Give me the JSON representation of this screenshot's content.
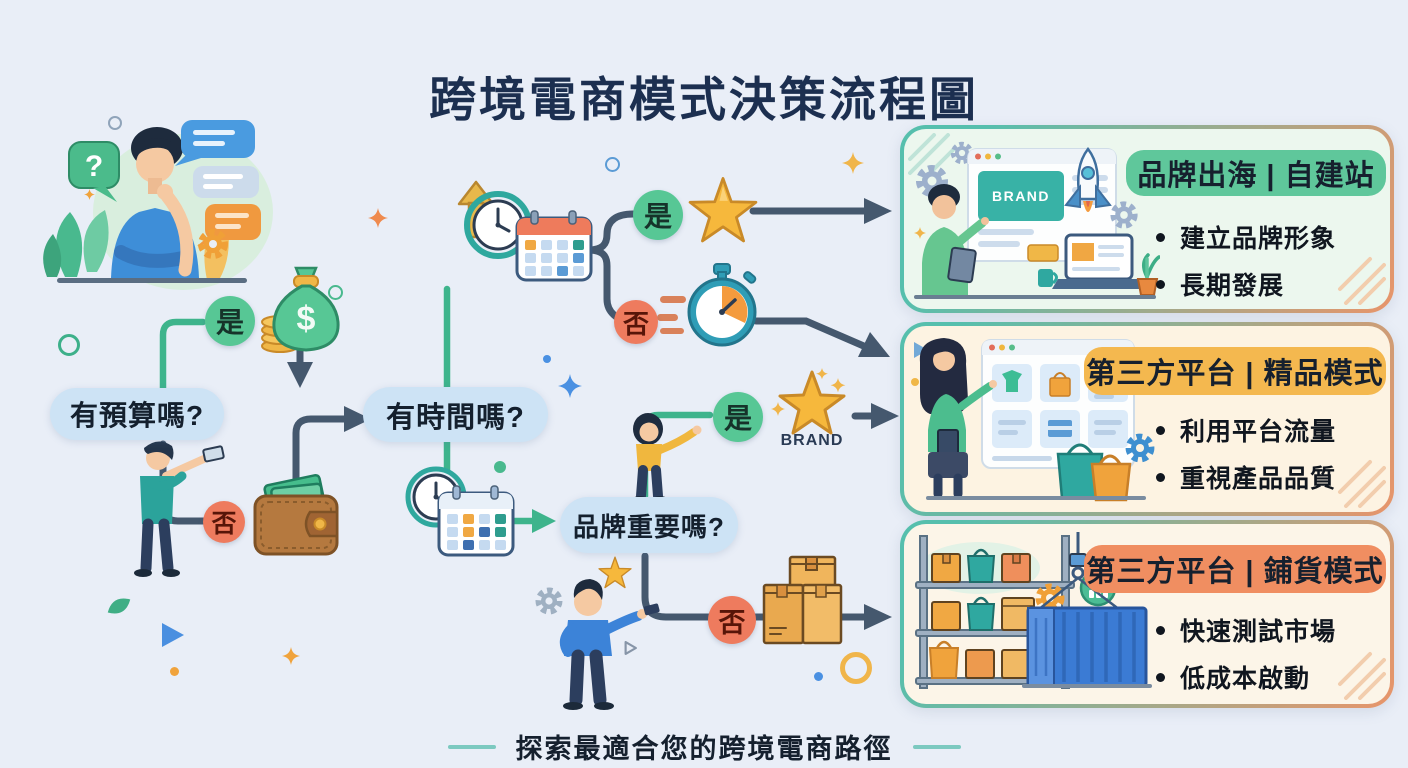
{
  "title": "跨境電商模式決策流程圖",
  "footer": {
    "caption": "探索最適合您的跨境電商路徑"
  },
  "nodes": {
    "budget": {
      "question": "有預算嗎?",
      "yes": "是",
      "no": "否"
    },
    "time": {
      "question": "有時間嗎?",
      "yes": "是",
      "no": "否"
    },
    "brand": {
      "question": "品牌重要嗎?",
      "yes": "是",
      "no": "否",
      "yes_caption": "BRAND"
    }
  },
  "thinker": {
    "question_mark": "?"
  },
  "icons": {
    "money_bag_symbol": "$",
    "card1_brand_text": "BRAND"
  },
  "cards": [
    {
      "title": "品牌出海 | 自建站",
      "bullets": [
        "建立品牌形象",
        "長期發展"
      ],
      "badge_color": "#5fc79b",
      "bg_color": "#ecf7ee"
    },
    {
      "title": "第三方平台 | 精品模式",
      "bullets": [
        "利用平台流量",
        "重視產品品質"
      ],
      "badge_color": "#f4b84f",
      "bg_color": "#fdf3e2"
    },
    {
      "title": "第三方平台 | 鋪貨模式",
      "bullets": [
        "快速測試市場",
        "低成本啟動"
      ],
      "badge_color": "#f08e61",
      "bg_color": "#fcf5e8"
    }
  ],
  "colors": {
    "background": "#e9eef7",
    "title_text": "#1c2f50",
    "pill_bg": "#cde3f5",
    "yes_green": "#57c795",
    "no_red": "#ee7b5e",
    "connector_dark": "#45586e",
    "connector_green": "#3eb48c",
    "border_gradient_start": "#56bfad",
    "border_gradient_end": "#e8956a"
  }
}
